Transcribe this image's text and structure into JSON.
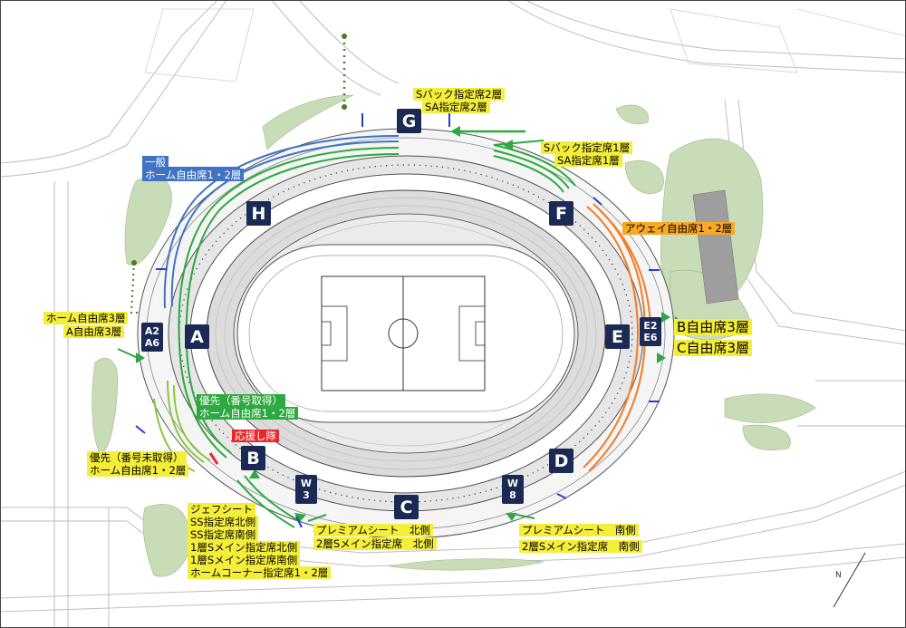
{
  "gates": {
    "A": "A",
    "B": "B",
    "C": "C",
    "D": "D",
    "E": "E",
    "F": "F",
    "G": "G",
    "H": "H",
    "A2A6": [
      "A2",
      "A6"
    ],
    "E2E6": [
      "E2",
      "E6"
    ],
    "W3": [
      "W",
      "3"
    ],
    "W8": [
      "W",
      "8"
    ]
  },
  "labels": {
    "g_top": [
      "Sバック指定席2層",
      "SA指定席2層"
    ],
    "f_top": [
      "Sバック指定席1層",
      "SA指定席1層"
    ],
    "away": "アウェイ自由席1・2層",
    "general": [
      "一般",
      "ホーム自由席1・2層"
    ],
    "home3": [
      "ホーム自由席3層",
      "A自由席3層"
    ],
    "b3": "B自由席3層",
    "c3": "C自由席3層",
    "priority_numbered": [
      "優先（番号取得）",
      "ホーム自由席1・2層"
    ],
    "cheer": "応援し隊",
    "priority_unnumbered": [
      "優先（番号未取得）",
      "ホーム自由席1・2層"
    ],
    "jef": [
      "ジェフシート",
      "SS指定席北側",
      "SS指定席南側",
      "1層Sメイン指定席北側",
      "1層Sメイン指定席南側",
      "ホームコーナー指定席1・2層"
    ],
    "premium_n": [
      "プレミアムシート　北側",
      "2層Sメイン指定席　北側"
    ],
    "premium_s": [
      "プレミアムシート　南側",
      "2層Sメイン指定席　南側"
    ]
  },
  "map": {
    "compass": "N",
    "colors": {
      "yellow": "#f4ee3b",
      "blue": "#3f73c4",
      "orange": "#f7a824",
      "green": "#2ca940",
      "light_green": "#8dc63f",
      "red": "#e8272b",
      "navy": "#1b2a55",
      "park": "#c9dcb8"
    }
  }
}
